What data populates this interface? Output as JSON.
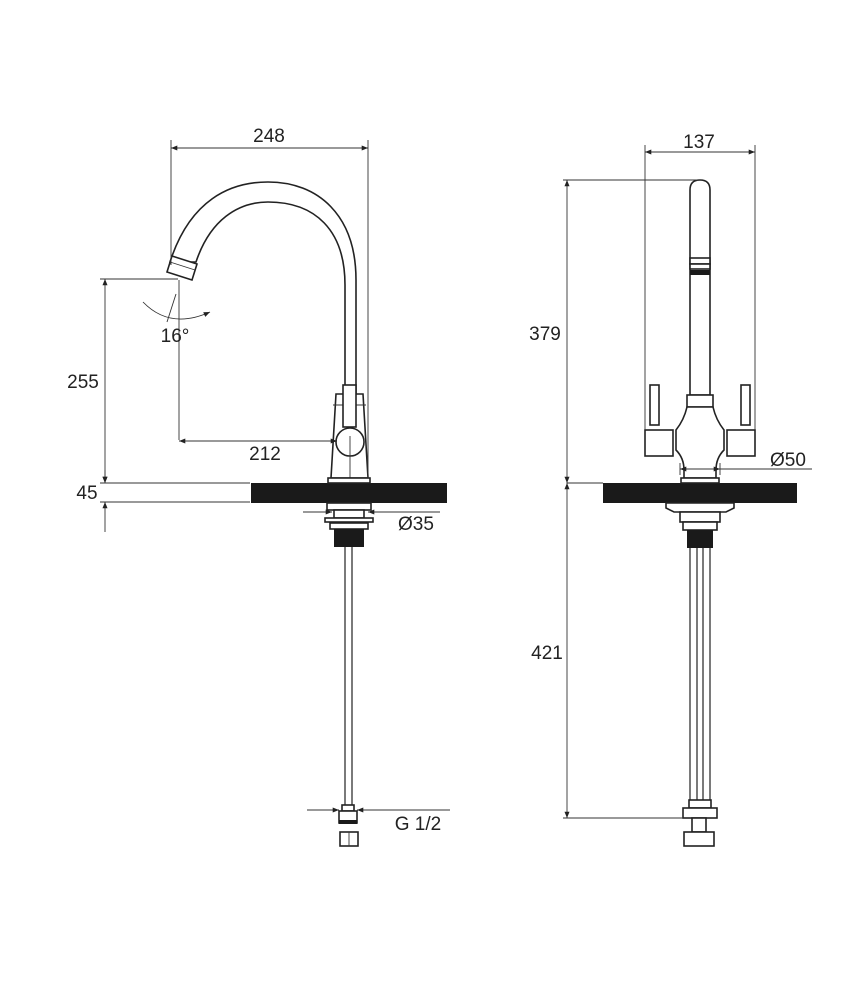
{
  "drawing": {
    "subject": "Kitchen mixer tap dimensional drawing",
    "units": "mm",
    "side_view": {
      "dimensions": {
        "spout_reach_overall": "248",
        "spout_reach_center": "212",
        "spout_height": "255",
        "deck_thickness": "45",
        "swivel_angle": "16°",
        "mount_hole_diameter": "Ø35",
        "connection_thread": "G 1/2"
      }
    },
    "front_view": {
      "dimensions": {
        "handle_span": "137",
        "overall_height": "379",
        "base_diameter": "Ø50",
        "hose_length": "421"
      }
    },
    "colors": {
      "line": "#222222",
      "countertop": "#1a1a1a",
      "background": "#ffffff"
    }
  }
}
